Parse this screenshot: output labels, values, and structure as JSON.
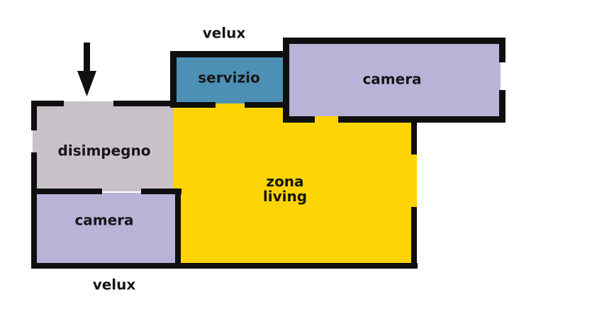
{
  "palette": {
    "background": "#ffffff",
    "wall": "#0f0f0f",
    "text": "#161616",
    "teal": "#4d90b5",
    "lavender": "#b9b3d8",
    "gray": "#c8c1c8",
    "yellow": "#ffd404"
  },
  "rooms": [
    {
      "id": "servizio",
      "label": "servizio",
      "color": "#4d90b5"
    },
    {
      "id": "camera-nord",
      "label": "camera",
      "color": "#b9b3d8"
    },
    {
      "id": "disimpegno",
      "label": "disimpegno",
      "color": "#c8c1c8"
    },
    {
      "id": "zona-living",
      "label": "zona\nliving",
      "color": "#ffd404"
    },
    {
      "id": "camera-sud",
      "label": "camera",
      "color": "#b9b3d8"
    }
  ],
  "annotations": {
    "velux_top": "velux",
    "velux_bottom": "velux"
  },
  "icons": {
    "entrance_arrow": "arrow-down"
  }
}
